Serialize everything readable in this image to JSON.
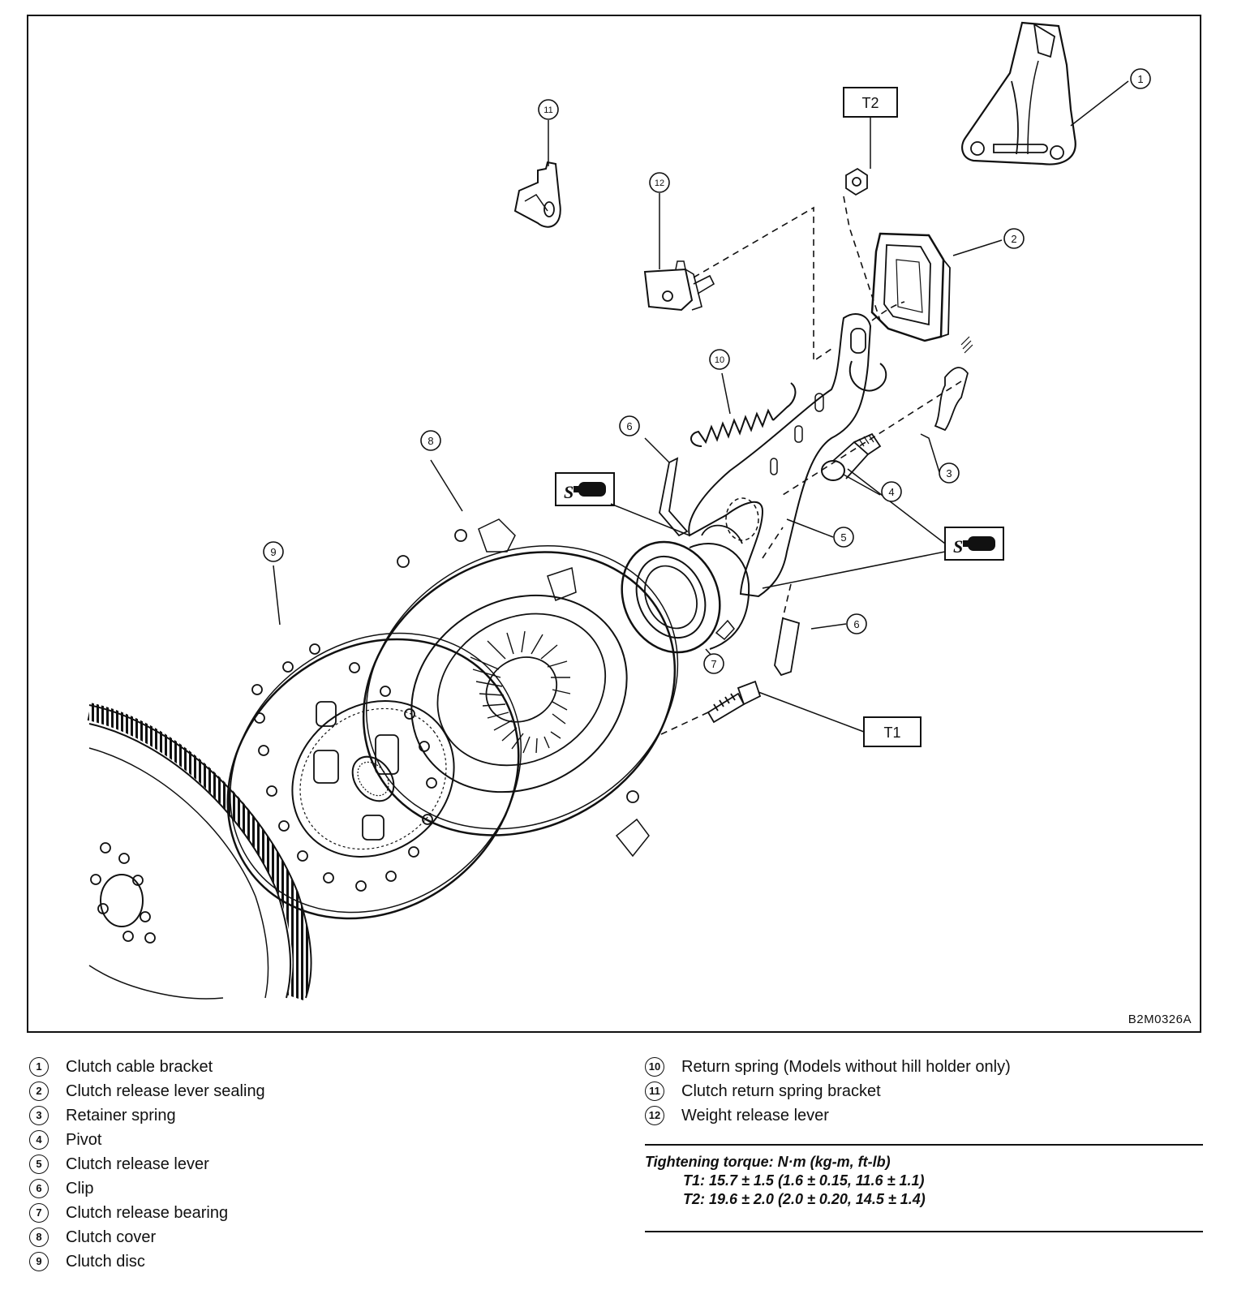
{
  "figure_id": "B2M0326A",
  "callouts": {
    "c1": "1",
    "c2": "2",
    "c3": "3",
    "c4": "4",
    "c5": "5",
    "c6a": "6",
    "c6b": "6",
    "c7": "7",
    "c8": "8",
    "c9": "9",
    "c10": "10",
    "c11": "11",
    "c12": "12"
  },
  "torque_tags": {
    "t1": "T1",
    "t2": "T2"
  },
  "grease_symbol": "S",
  "legend": {
    "left": [
      {
        "num": "1",
        "label": "Clutch cable bracket"
      },
      {
        "num": "2",
        "label": "Clutch release lever sealing"
      },
      {
        "num": "3",
        "label": "Retainer spring"
      },
      {
        "num": "4",
        "label": "Pivot"
      },
      {
        "num": "5",
        "label": "Clutch release lever"
      },
      {
        "num": "6",
        "label": "Clip"
      },
      {
        "num": "7",
        "label": "Clutch release bearing"
      },
      {
        "num": "8",
        "label": "Clutch cover"
      },
      {
        "num": "9",
        "label": "Clutch disc"
      }
    ],
    "right": [
      {
        "num": "10",
        "label": "Return spring (Models without hill holder only)"
      },
      {
        "num": "11",
        "label": "Clutch return spring bracket"
      },
      {
        "num": "12",
        "label": "Weight release lever"
      }
    ]
  },
  "torque": {
    "title": "Tightening torque: N·m (kg-m, ft-lb)",
    "t1": "T1:  15.7 ± 1.5 (1.6 ± 0.15, 11.6 ± 1.1)",
    "t2": "T2:  19.6 ± 2.0 (2.0 ± 0.20, 14.5 ± 1.4)"
  }
}
